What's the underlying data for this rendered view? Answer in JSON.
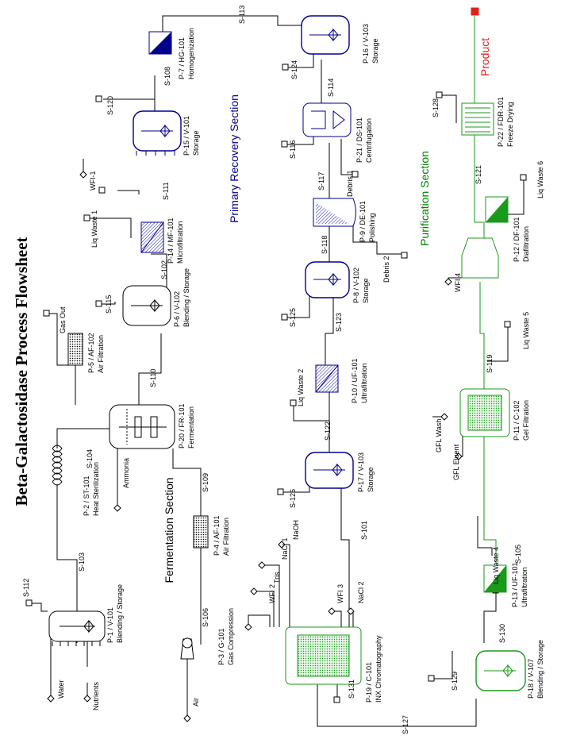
{
  "title": "Beta-Galactosidase Process Flowsheet",
  "sections": {
    "fermentation": "Fermentation Section",
    "primary": "Primary Recovery Section",
    "purification": "Purification Section"
  },
  "product": "Product",
  "colors": {
    "primary": "#00008b",
    "purification": "#008000",
    "product": "#e0201c",
    "line": "#000000",
    "green_line": "#1a9a1a"
  },
  "units": {
    "p1": [
      "P-1 / V-101",
      "Blending / Storage"
    ],
    "p2": [
      "P-2 / ST-101",
      "Heat Sterilization"
    ],
    "p3": [
      "P-3 / G-101",
      "Gas Compression"
    ],
    "p4": [
      "P-4 / AF-101",
      "Air Filtration"
    ],
    "p5": [
      "P-5 / AF-102",
      "Air Filtration"
    ],
    "p20": [
      "P-20 / FR-101",
      "Fermentation"
    ],
    "p6": [
      "P-6 / V-102",
      "Blending / Storage"
    ],
    "p14": [
      "P-14 / MF-101",
      "Microfiltration"
    ],
    "p15": [
      "P-15 / V-101",
      "Storage"
    ],
    "p7": [
      "P-7 / HG-101",
      "Homogenization"
    ],
    "p16": [
      "P-16 / V-103",
      "Storage"
    ],
    "p21": [
      "P-21 / DS-101",
      "Centrifugation"
    ],
    "p9": [
      "P-9 / DE-101",
      "Polishing"
    ],
    "p8": [
      "P-8 / V-102",
      "Storage"
    ],
    "p10": [
      "P-10 / UF-101",
      "Ultrafiltration"
    ],
    "p17": [
      "P-17 / V-103",
      "Storage"
    ],
    "p19": [
      "P-19 / C-101",
      "INX Chromatography"
    ],
    "p18": [
      "P-18 / V-107",
      "Blending / Storage"
    ],
    "p13": [
      "P-13 / UF-101",
      "Ultrafiltration"
    ],
    "p11": [
      "P-11 / C-102",
      "Gel Filtration"
    ],
    "p12": [
      "P-12 / DF-101",
      "Diafiltration"
    ],
    "p22": [
      "P-22 / FDR-101",
      "Freeze Drying"
    ]
  },
  "streams": {
    "s101": "S-101",
    "s102": "S-102",
    "s103": "S-103",
    "s104": "S-104",
    "s105": "S-105",
    "s106": "S-106",
    "s108": "S-108",
    "s109": "S-109",
    "s110": "S-110",
    "s111": "S-111",
    "s112": "S-112",
    "s113": "S-113",
    "s114": "S-114",
    "s115": "S-115",
    "s116": "S-116",
    "s117": "S-117",
    "s118": "S-118",
    "s119": "S-119",
    "s120": "S-120",
    "s121": "S-121",
    "s122": "S-122",
    "s123": "S-123",
    "s124": "S-124",
    "s125": "S-125",
    "s126": "S-126",
    "s127": "S-127",
    "s128": "S-128",
    "s129": "S-129",
    "s130": "S-130",
    "s131": "S-131"
  },
  "inputs": {
    "water": "Water",
    "nutrients": "Nutrients",
    "ammonia": "Ammonia",
    "air": "Air",
    "wfi1": "WFI-1",
    "wfi2": "WFI 2",
    "wfi3": "WFI 3",
    "wfi4": "WFI 4",
    "tris": "Tris",
    "nacl1": "NaCl 1",
    "naoh": "NaOH",
    "nacl2": "NaCl 2",
    "gfl_wash": "GFL Wash",
    "gfl_eluent": "GFL Eluent"
  },
  "outputs": {
    "gas_out": "Gas Out",
    "liq1": "Liq Waste 1",
    "liq2": "Liq Waste 2",
    "liq4": "Liq Waste 4",
    "liq5": "Liq Waste 5",
    "liq6": "Liq Waste 6",
    "debris1": "Debris 1",
    "debris2": "Debris 2"
  }
}
